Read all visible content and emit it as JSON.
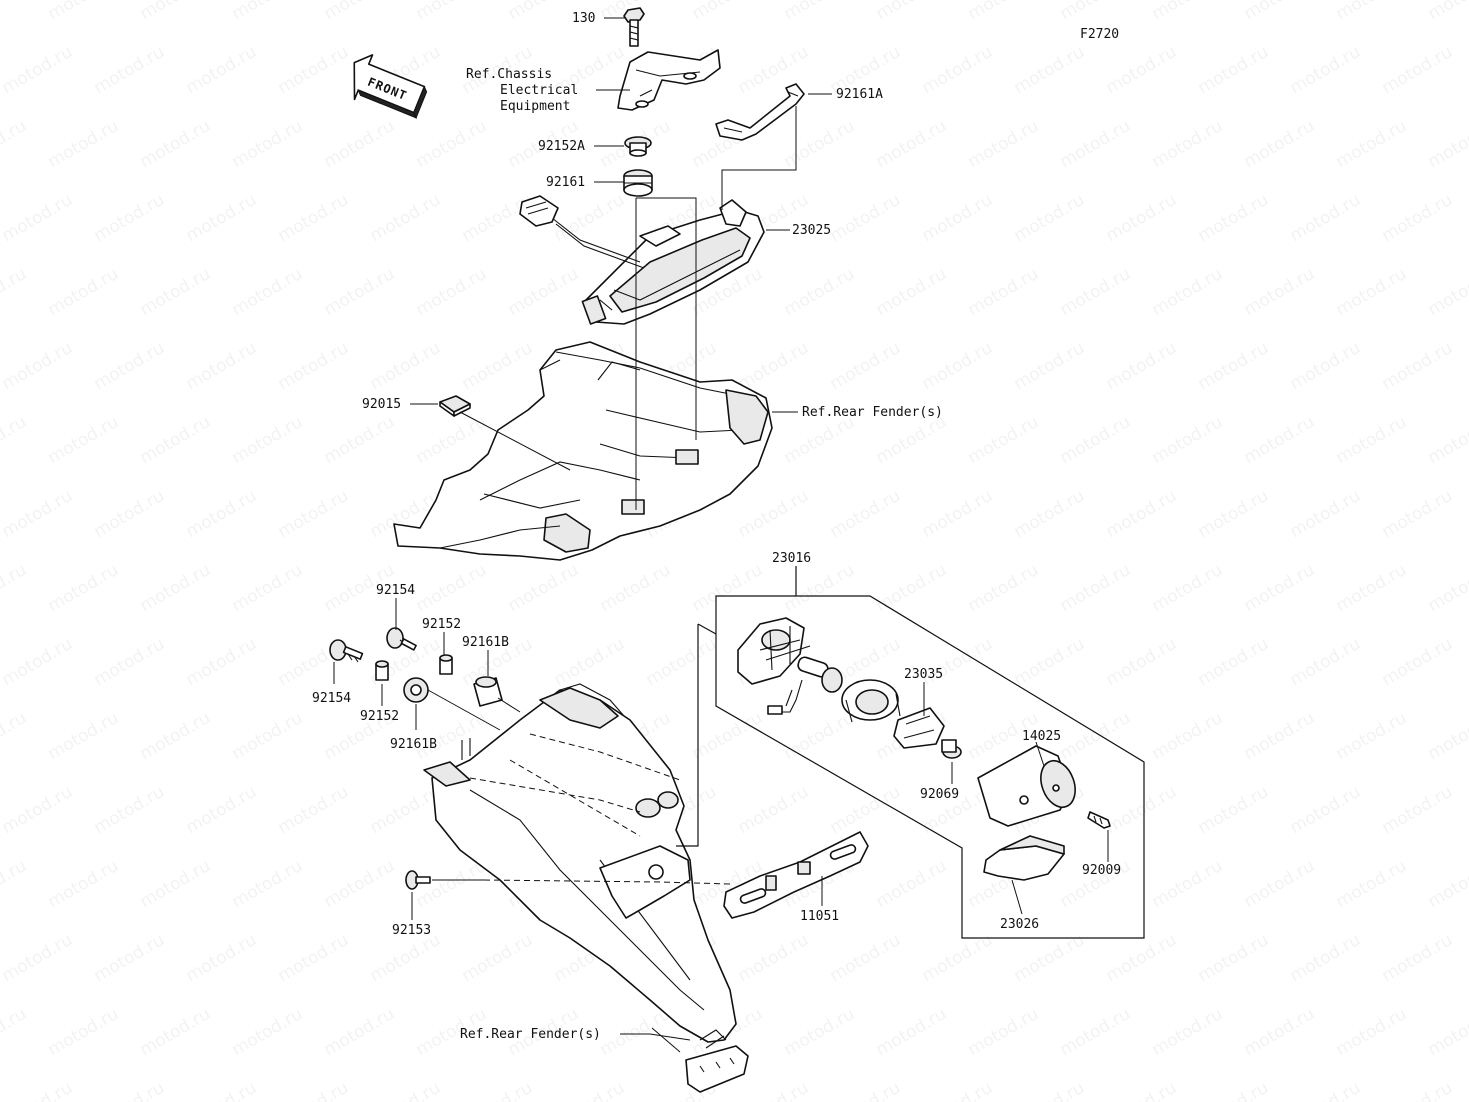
{
  "figure_code": "F2720",
  "front_marker": "FRONT",
  "colors": {
    "line": "#111111",
    "background": "#ffffff",
    "watermark": "#000000"
  },
  "watermark": "motod.ru",
  "labels": {
    "p130": "130",
    "ref_chassis_1": "Ref.Chassis",
    "ref_chassis_2": "Electrical",
    "ref_chassis_3": "Equipment",
    "p92161A": "92161A",
    "p92152A": "92152A",
    "p92161": "92161",
    "p23025": "23025",
    "p92015": "92015",
    "ref_rear_fender_top": "Ref.Rear Fender(s)",
    "p23016": "23016",
    "p92154_a": "92154",
    "p92152_a": "92152",
    "p92161B_a": "92161B",
    "p92154_b": "92154",
    "p92152_b": "92152",
    "p92161B_b": "92161B",
    "p23035": "23035",
    "p92069": "92069",
    "p14025": "14025",
    "p92009": "92009",
    "p23026": "23026",
    "p11051": "11051",
    "p92153": "92153",
    "ref_rear_fender_bottom": "Ref.Rear Fender(s)"
  }
}
